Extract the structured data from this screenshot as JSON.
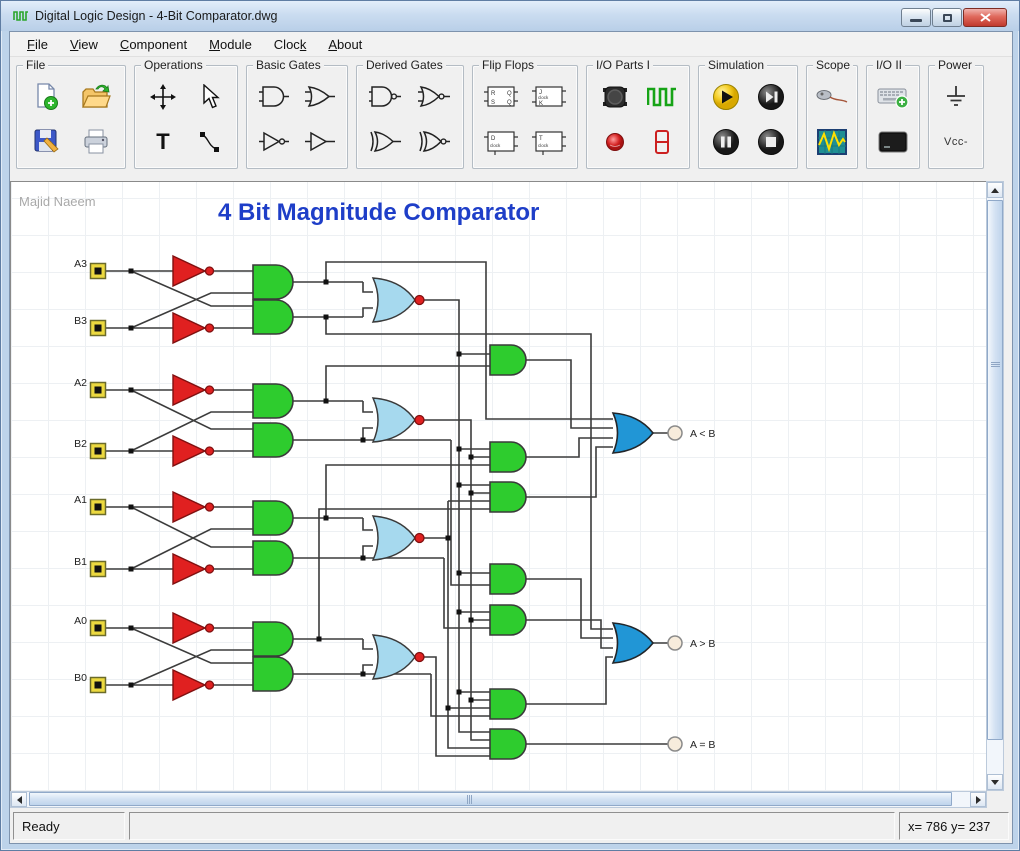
{
  "window": {
    "title": "Digital Logic Design - 4-Bit Comparator.dwg"
  },
  "menu": {
    "items": [
      {
        "pre": "",
        "key": "F",
        "post": "ile"
      },
      {
        "pre": "",
        "key": "V",
        "post": "iew"
      },
      {
        "pre": "",
        "key": "C",
        "post": "omponent"
      },
      {
        "pre": "",
        "key": "M",
        "post": "odule"
      },
      {
        "pre": "Cloc",
        "key": "k",
        "post": ""
      },
      {
        "pre": "",
        "key": "A",
        "post": "bout"
      }
    ]
  },
  "toolbar": {
    "groups": [
      {
        "title": "File",
        "icons": [
          "new-file",
          "open-folder",
          "save",
          "print"
        ]
      },
      {
        "title": "Operations",
        "icons": [
          "move",
          "select-cursor",
          "text-tool",
          "wire-tool"
        ]
      },
      {
        "title": "Basic Gates",
        "icons": [
          "and-gate",
          "or-gate",
          "not-gate",
          "buffer-gate"
        ]
      },
      {
        "title": "Derived Gates",
        "icons": [
          "nand-gate",
          "nor-gate",
          "xor-gate",
          "xnor-gate"
        ]
      },
      {
        "title": "Flip Flops",
        "icons": [
          "rs-flipflop",
          "jk-flipflop",
          "d-flipflop",
          "t-flipflop"
        ]
      },
      {
        "title": "I/O Parts I",
        "icons": [
          "push-button",
          "clock-signal",
          "led",
          "seven-segment"
        ]
      },
      {
        "title": "Simulation",
        "icons": [
          "run",
          "step",
          "pause",
          "stop"
        ]
      },
      {
        "title": "Scope",
        "icons": [
          "probe",
          "oscilloscope"
        ]
      },
      {
        "title": "I/O II",
        "icons": [
          "keyboard",
          "terminal-display"
        ]
      },
      {
        "title": "Power",
        "icons": [
          "ground",
          "vcc"
        ],
        "vcc_label": "Vcc-"
      }
    ],
    "ff": {
      "rs": [
        "R",
        "S",
        "Q",
        "Q"
      ],
      "jk": [
        "J",
        "clock",
        "K"
      ],
      "d": [
        "D",
        "clock"
      ],
      "t": [
        "T",
        "clock"
      ]
    }
  },
  "canvas": {
    "author": "Majid Naeem",
    "title": "4 Bit Magnitude Comparator",
    "inputs": [
      {
        "label": "A3"
      },
      {
        "label": "B3"
      },
      {
        "label": "A2"
      },
      {
        "label": "B2"
      },
      {
        "label": "A1"
      },
      {
        "label": "B1"
      },
      {
        "label": "A0"
      },
      {
        "label": "B0"
      }
    ],
    "outputs": [
      {
        "label": "A < B"
      },
      {
        "label": "A > B"
      },
      {
        "label": "A = B"
      }
    ],
    "colors": {
      "and_gate": "#2ecc2e",
      "not_gate": "#e02020",
      "nor_gate": "#a6d9ee",
      "or_gate": "#2196d6",
      "wire": "#3c3c3c",
      "title_text": "#1e3ec8"
    }
  },
  "statusbar": {
    "ready": "Ready",
    "coordinates": "x= 786  y= 237"
  }
}
